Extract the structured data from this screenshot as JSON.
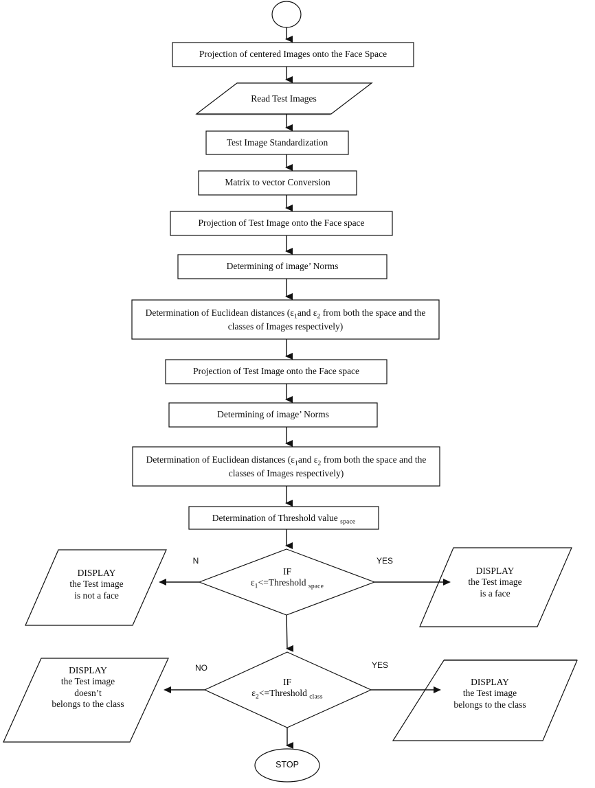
{
  "diagram": {
    "title": "Face recognition test-phase flowchart",
    "stroke_color": "#111111",
    "shadow_color": "#808080",
    "background": "#ffffff"
  },
  "nodes": {
    "start": {
      "label": "",
      "shape": "circle"
    },
    "projection_centered": {
      "label": "Projection of centered Images onto the Face Space",
      "shape": "process"
    },
    "read_test_images": {
      "label": "Read Test Images",
      "shape": "io-parallelogram"
    },
    "standardization": {
      "label": "Test Image Standardization",
      "shape": "process"
    },
    "matrix_to_vector": {
      "label": "Matrix to vector Conversion",
      "shape": "process"
    },
    "projection_test_1": {
      "label": "Projection of Test Image onto the Face space",
      "shape": "process"
    },
    "norms_1": {
      "label": "Determining of image’ Norms",
      "shape": "process"
    },
    "euclidean_1": {
      "line1_a": "Determination of Euclidean distances (ε",
      "line1_sub1": "1",
      "line1_b": "and ε",
      "line1_sub2": "2",
      "line1_c": " from both the space and the",
      "line2": "classes of Images respectively)",
      "shape": "process"
    },
    "projection_test_2": {
      "label": "Projection of Test Image onto the Face space",
      "shape": "process"
    },
    "norms_2": {
      "label": "Determining of image’ Norms",
      "shape": "process"
    },
    "euclidean_2": {
      "line1_a": "Determination of Euclidean distances (ε",
      "line1_sub1": "1",
      "line1_b": "and ε",
      "line1_sub2": "2",
      "line1_c": " from both the space and the",
      "line2": "classes of Images respectively)",
      "shape": "process"
    },
    "threshold_value": {
      "label_main": "Determination of Threshold value ",
      "label_sub": "space",
      "shape": "process"
    },
    "decision_space": {
      "line1": "IF",
      "line2_a": "ε",
      "line2_sub1": "1",
      "line2_b": "<=Threshold ",
      "line2_sub2": "space",
      "shape": "decision"
    },
    "decision_class": {
      "line1": "IF",
      "line2_a": "ε",
      "line2_sub1": "2",
      "line2_b": "<=Threshold ",
      "line2_sub2": "class",
      "shape": "decision"
    },
    "display_not_face": {
      "line1": "DISPLAY",
      "line2": "the Test image",
      "line3": "is not a face",
      "shape": "io-parallelogram"
    },
    "display_is_face": {
      "line1": "DISPLAY",
      "line2": "the Test image",
      "line3": "is a face",
      "shape": "io-parallelogram"
    },
    "display_not_class": {
      "line1": "DISPLAY",
      "line2": "the Test image",
      "line3": "doesn’t",
      "line4": "belongs to the class",
      "shape": "io-parallelogram"
    },
    "display_is_class": {
      "line1": "DISPLAY",
      "line2": "the Test image",
      "line3": "belongs to the class",
      "shape": "io-parallelogram"
    },
    "stop": {
      "label": "STOP",
      "shape": "terminator-ellipse"
    }
  },
  "edge_labels": {
    "space_no": "N",
    "space_yes": "YES",
    "class_no": "NO",
    "class_yes": "YES"
  }
}
